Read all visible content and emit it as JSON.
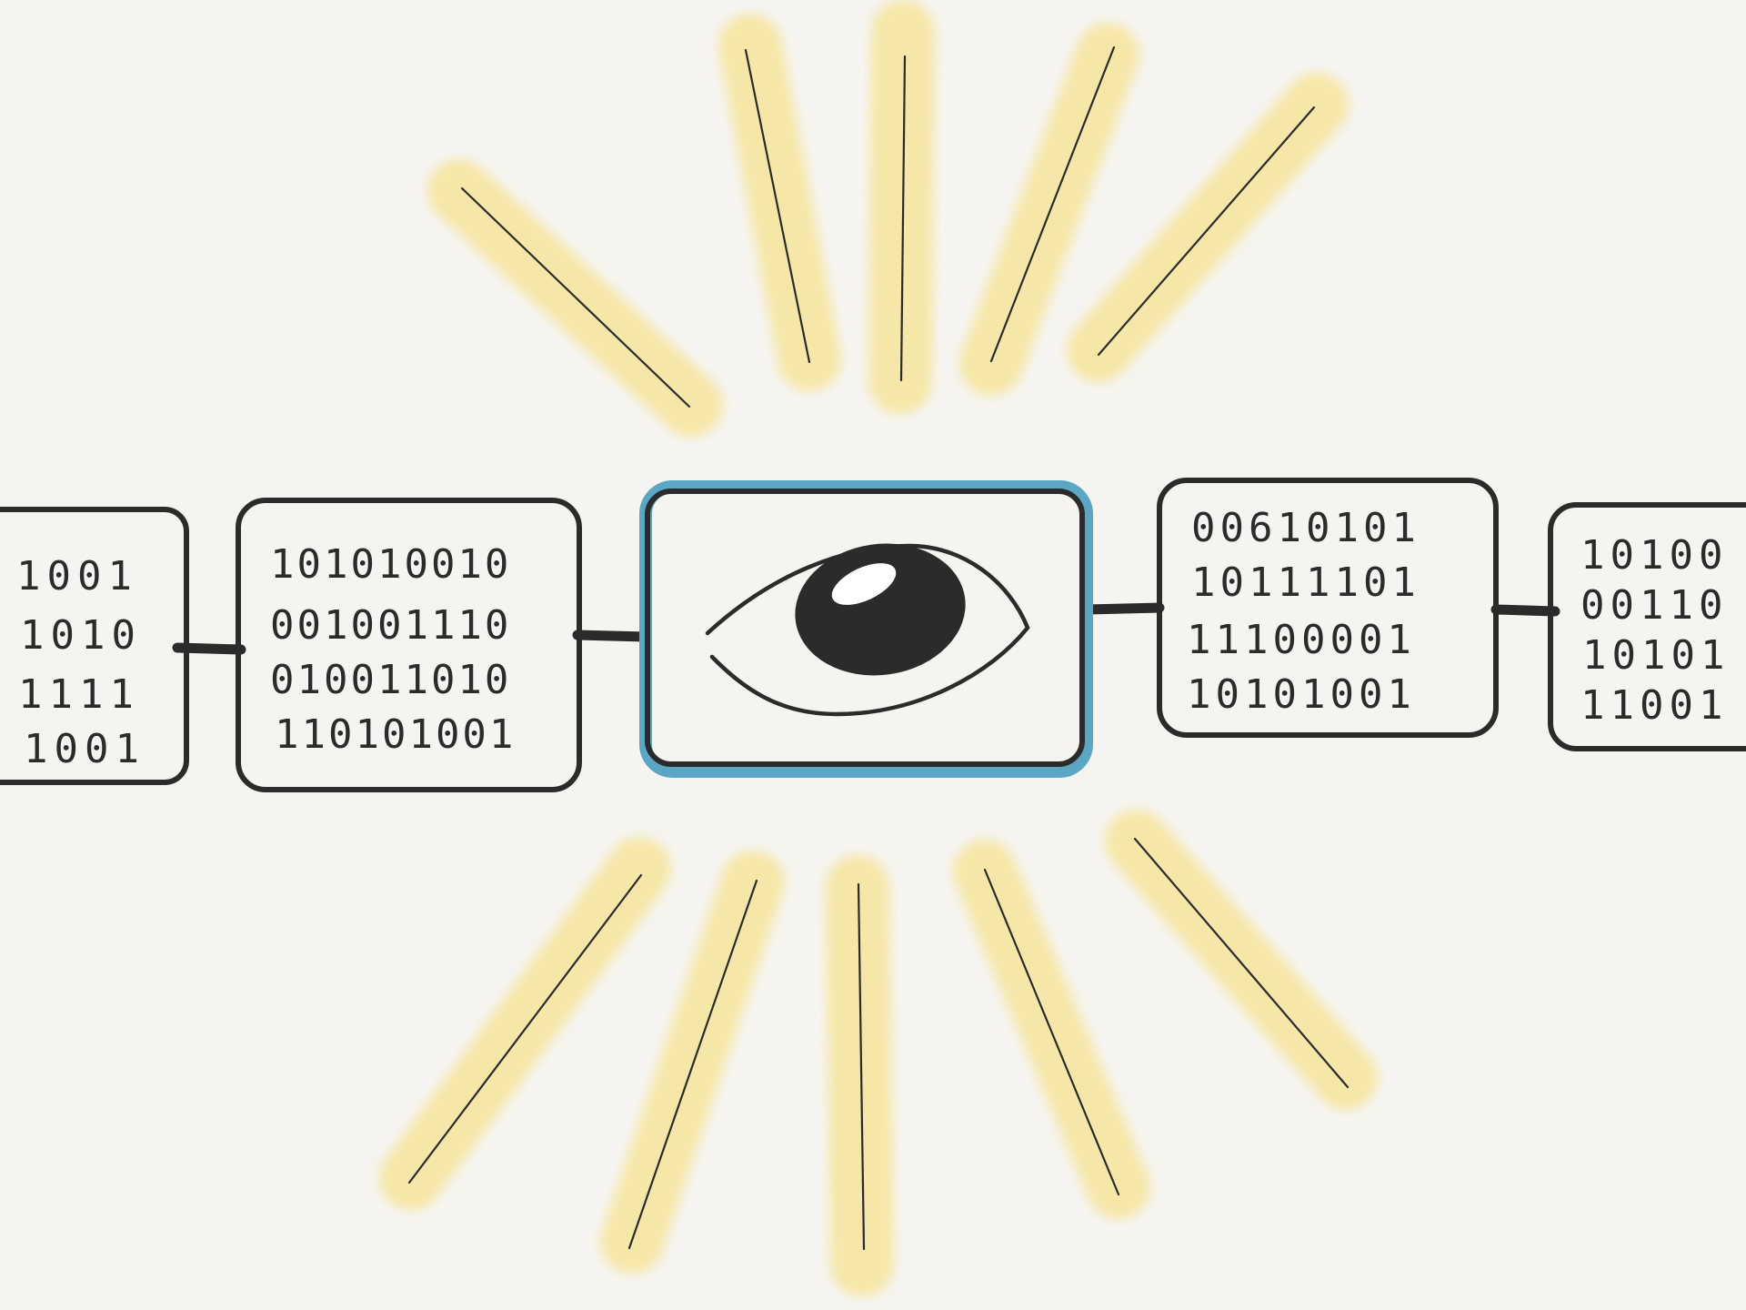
{
  "colors": {
    "background": "#f5f4f0",
    "ink": "#2b2b2b",
    "glow": "#f6e6a0",
    "highlight": "#5aa6c4"
  },
  "icons": {
    "center": "eye-icon"
  },
  "blocks": [
    {
      "rows": [
        "1001",
        "1010",
        "1111",
        "1001"
      ]
    },
    {
      "rows": [
        "101010010",
        "001001110",
        "010011010",
        "110101001"
      ]
    },
    {
      "rows": [
        "00610101",
        "10111101",
        "11100001",
        "10101001"
      ]
    },
    {
      "rows": [
        "10100",
        "00110",
        "10101",
        "11001"
      ]
    }
  ]
}
